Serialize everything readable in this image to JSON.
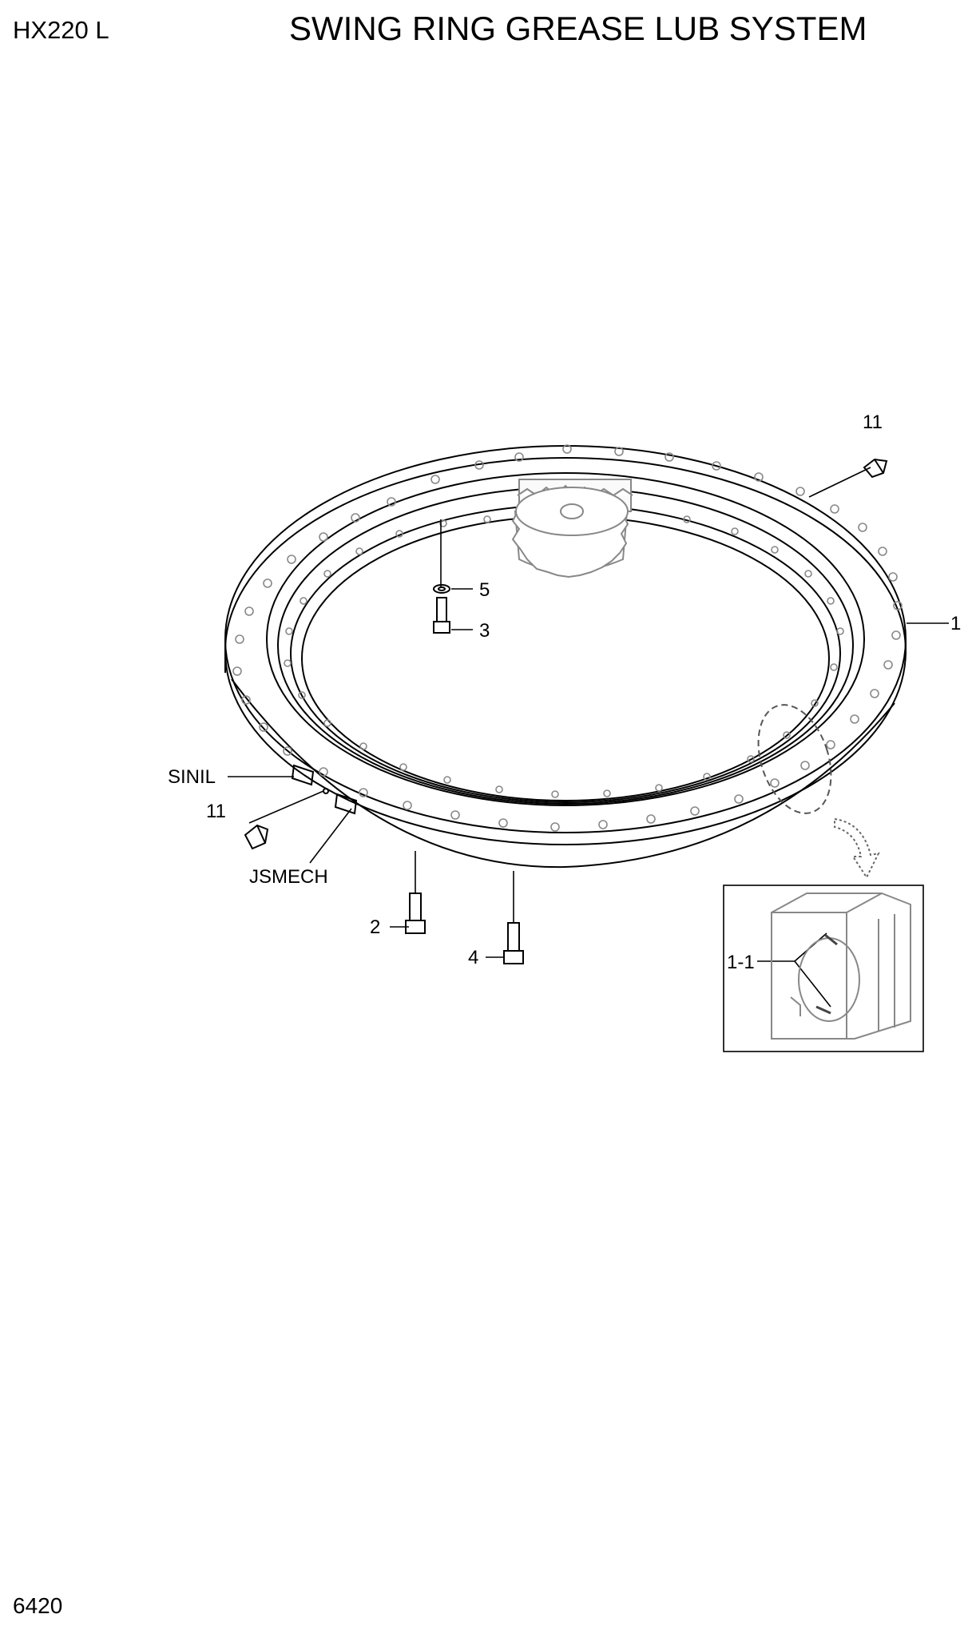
{
  "header": {
    "model": "HX220 L",
    "title": "SWING RING GREASE LUB SYSTEM"
  },
  "footer": {
    "page_number": "6420"
  },
  "callouts": {
    "c1": "1",
    "c1_1": "1-1",
    "c2": "2",
    "c3": "3",
    "c4": "4",
    "c5": "5",
    "c11_top": "11",
    "c11_left": "11",
    "sinil": "SINIL",
    "jsmech": "JSMECH"
  }
}
